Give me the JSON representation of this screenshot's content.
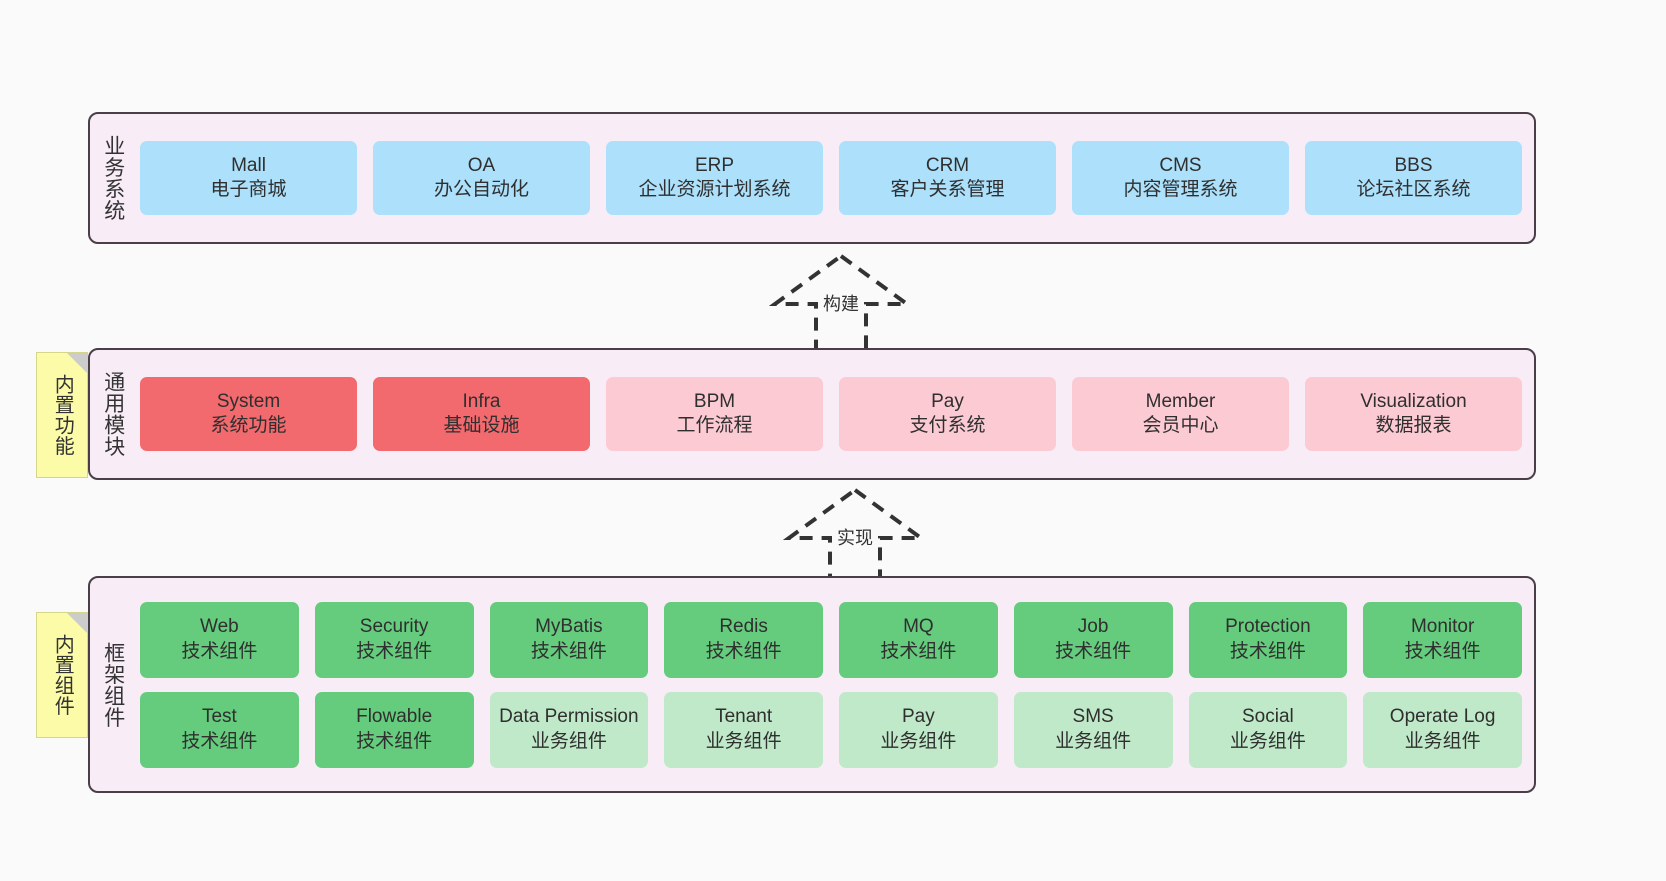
{
  "diagram": {
    "title": "yudao framework architecture layers",
    "colors": {
      "layer_bg": "#f8ecf6",
      "layer_border": "#4a3f47",
      "business_card": "#ace0fb",
      "core_module_active": "#f2696e",
      "core_module_plain": "#fccad3",
      "tech_component": "#65cb7d",
      "biz_component": "#bfe9c8",
      "note": "#fbfba8",
      "canvas": "#fafafa"
    }
  },
  "notes": [
    {
      "id": "builtin-feature",
      "label": "内置功能"
    },
    {
      "id": "builtin-component",
      "label": "内置组件"
    }
  ],
  "connectors": [
    {
      "id": "build",
      "label": "构建",
      "style": "dashed-hollow-arrow-up"
    },
    {
      "id": "realize",
      "label": "实现",
      "style": "dashed-hollow-arrow-up"
    }
  ],
  "layers": [
    {
      "id": "business",
      "title": "业务系统",
      "rows": [
        {
          "cards": [
            {
              "title": "Mall",
              "subtitle": "电子商城",
              "color": "blue"
            },
            {
              "title": "OA",
              "subtitle": "办公自动化",
              "color": "blue"
            },
            {
              "title": "ERP",
              "subtitle": "企业资源计划系统",
              "color": "blue"
            },
            {
              "title": "CRM",
              "subtitle": "客户关系管理",
              "color": "blue"
            },
            {
              "title": "CMS",
              "subtitle": "内容管理系统",
              "color": "blue"
            },
            {
              "title": "BBS",
              "subtitle": "论坛社区系统",
              "color": "blue"
            }
          ]
        }
      ]
    },
    {
      "id": "common-module",
      "title": "通用模块",
      "rows": [
        {
          "cards": [
            {
              "title": "System",
              "subtitle": "系统功能",
              "color": "red"
            },
            {
              "title": "Infra",
              "subtitle": "基础设施",
              "color": "red"
            },
            {
              "title": "BPM",
              "subtitle": "工作流程",
              "color": "pink"
            },
            {
              "title": "Pay",
              "subtitle": "支付系统",
              "color": "pink"
            },
            {
              "title": "Member",
              "subtitle": "会员中心",
              "color": "pink"
            },
            {
              "title": "Visualization",
              "subtitle": "数据报表",
              "color": "pink"
            }
          ]
        }
      ]
    },
    {
      "id": "framework-component",
      "title": "框架组件",
      "rows": [
        {
          "cards": [
            {
              "title": "Web",
              "subtitle": "技术组件",
              "color": "green"
            },
            {
              "title": "Security",
              "subtitle": "技术组件",
              "color": "green"
            },
            {
              "title": "MyBatis",
              "subtitle": "技术组件",
              "color": "green"
            },
            {
              "title": "Redis",
              "subtitle": "技术组件",
              "color": "green"
            },
            {
              "title": "MQ",
              "subtitle": "技术组件",
              "color": "green"
            },
            {
              "title": "Job",
              "subtitle": "技术组件",
              "color": "green"
            },
            {
              "title": "Protection",
              "subtitle": "技术组件",
              "color": "green"
            },
            {
              "title": "Monitor",
              "subtitle": "技术组件",
              "color": "green"
            }
          ]
        },
        {
          "cards": [
            {
              "title": "Test",
              "subtitle": "技术组件",
              "color": "green"
            },
            {
              "title": "Flowable",
              "subtitle": "技术组件",
              "color": "green"
            },
            {
              "title": "Data Permission",
              "subtitle": "业务组件",
              "color": "lightgreen"
            },
            {
              "title": "Tenant",
              "subtitle": "业务组件",
              "color": "lightgreen"
            },
            {
              "title": "Pay",
              "subtitle": "业务组件",
              "color": "lightgreen"
            },
            {
              "title": "SMS",
              "subtitle": "业务组件",
              "color": "lightgreen"
            },
            {
              "title": "Social",
              "subtitle": "业务组件",
              "color": "lightgreen"
            },
            {
              "title": "Operate Log",
              "subtitle": "业务组件",
              "color": "lightgreen"
            }
          ]
        }
      ]
    }
  ]
}
